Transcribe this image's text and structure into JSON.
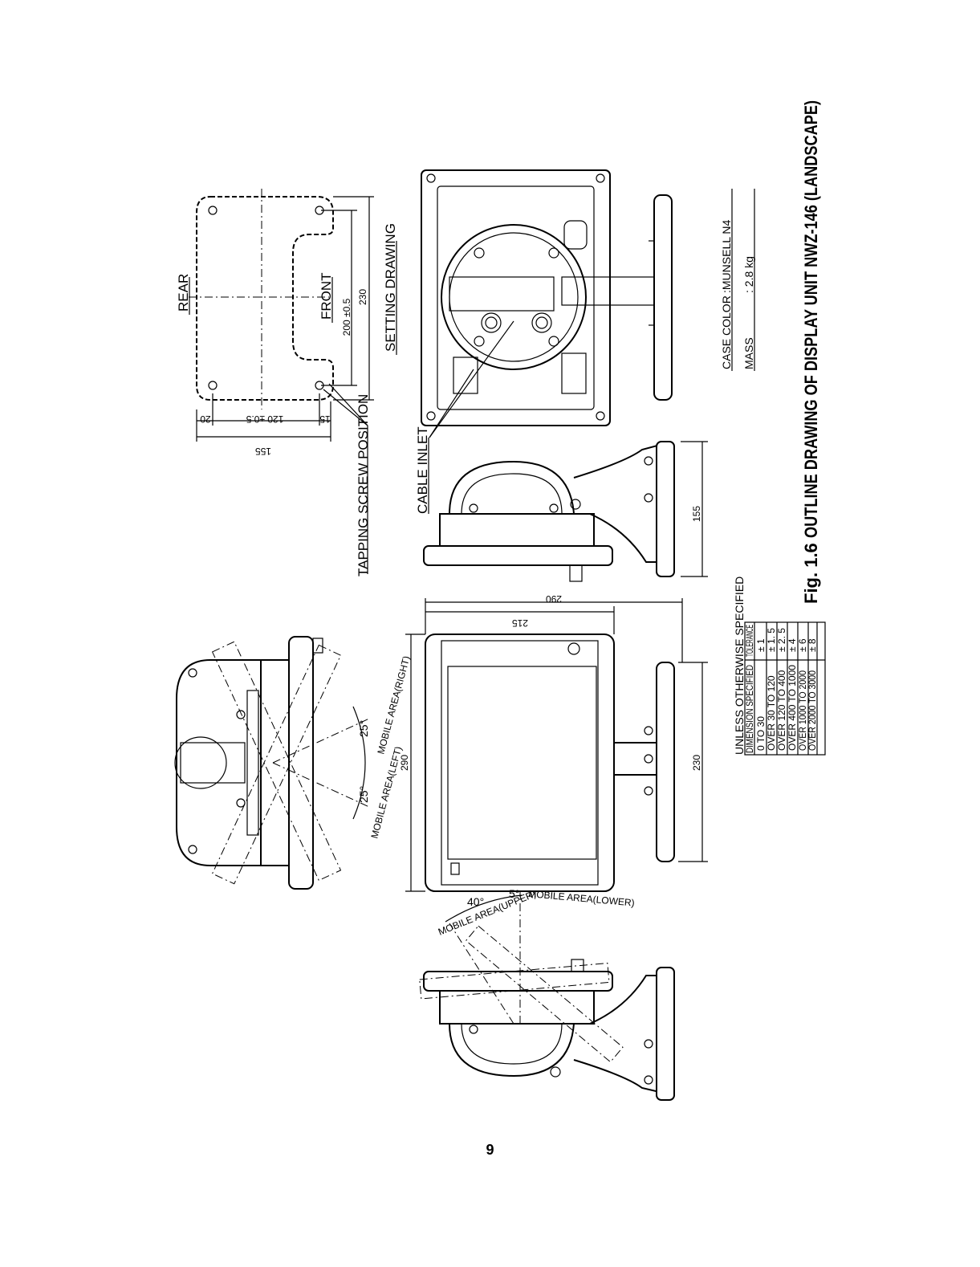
{
  "figure": {
    "number": "Fig. 1.6",
    "title": "OUTLINE DRAWING OF DISPLAY UNIT NWZ-146 (LANDSCAPE)"
  },
  "labels": {
    "rear": "REAR",
    "front": "FRONT",
    "setting_drawing": "SETTING DRAWING",
    "tapping_screw_position": "TAPPING SCREW POSITION",
    "cable_inlet": "CABLE INLET",
    "mobile_right": "MOBILE AREA(RIGHT)",
    "mobile_left": "MOBILE AREA(LEFT)",
    "mobile_upper": "MOBILE AREA(UPPER)",
    "mobile_lower": "MOBILE AREA(LOWER)",
    "angle_25_right": "25°",
    "angle_25_left": "25°",
    "angle_40": "40°",
    "angle_5": "5°"
  },
  "dimensions": {
    "d_20": "20",
    "d_120": "120 ±0.5",
    "d_15": "15",
    "d_155_setting": "155",
    "d_200": "200 ±0.5",
    "d_230_setting": "230",
    "d_290_top": "290",
    "d_215": "215",
    "d_290_side": "290",
    "d_155_side": "155",
    "d_230_side": "230"
  },
  "specs": {
    "case_color_label": "CASE COLOR",
    "case_color_value": ":MUNSELL N4",
    "mass_label": "MASS",
    "mass_value": ":    2.8 kg"
  },
  "tolerance_table": {
    "title": "UNLESS OTHERWISE SPECIFIED",
    "headers": [
      "DIMENSION SPECIFIED",
      "TOLERANCE"
    ],
    "rows": [
      [
        "0 TO 30",
        "± 1"
      ],
      [
        "OVER 30 TO 120",
        "± 1. 5"
      ],
      [
        "OVER 120 TO 400",
        "± 2. 5"
      ],
      [
        "OVER 400 TO 1000",
        "± 4"
      ],
      [
        "OVER 1000 TO 2000",
        "± 6"
      ],
      [
        "OVER 2000 TO 3000",
        "± 8"
      ]
    ]
  },
  "page_number": "9"
}
